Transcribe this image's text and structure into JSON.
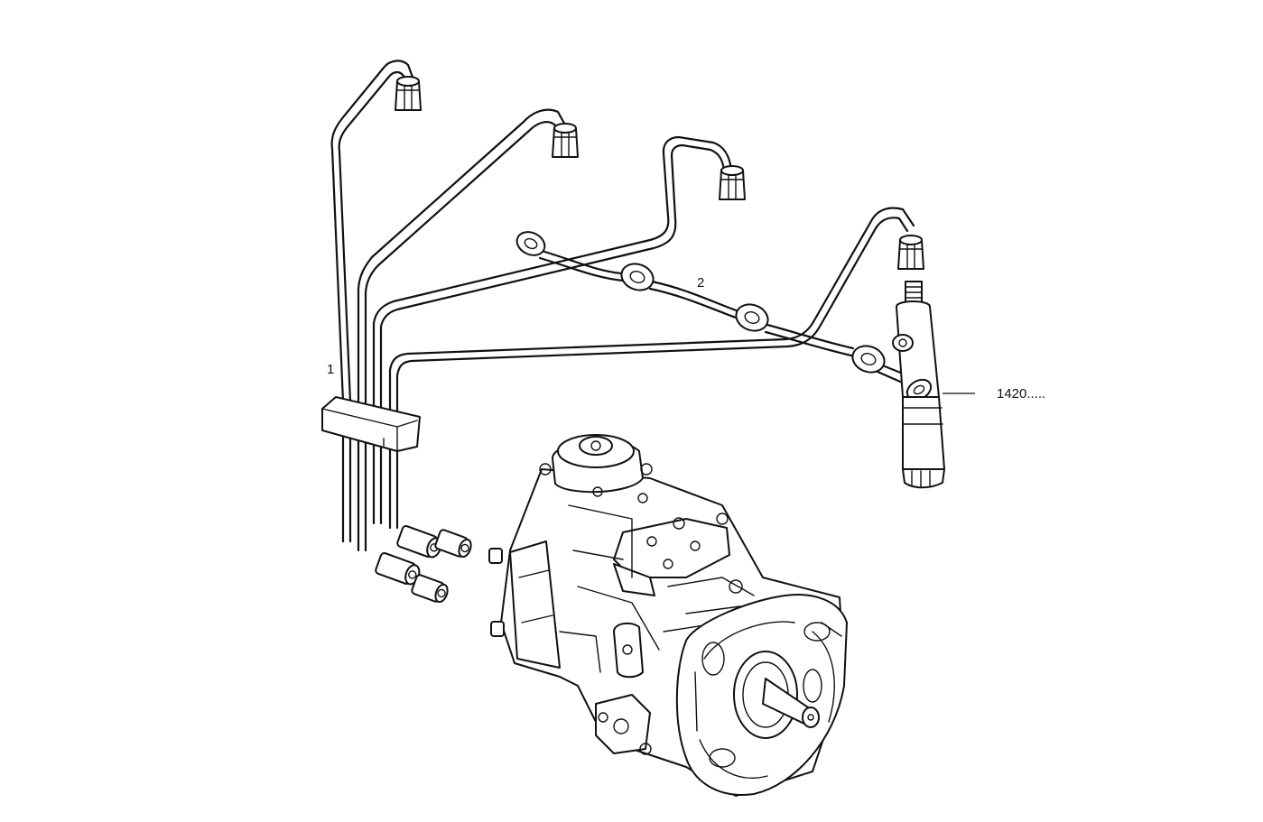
{
  "diagram": {
    "callouts": [
      {
        "id": "1",
        "label": "1"
      },
      {
        "id": "2",
        "label": "2"
      },
      {
        "id": "injector",
        "label": "1420....."
      }
    ]
  }
}
